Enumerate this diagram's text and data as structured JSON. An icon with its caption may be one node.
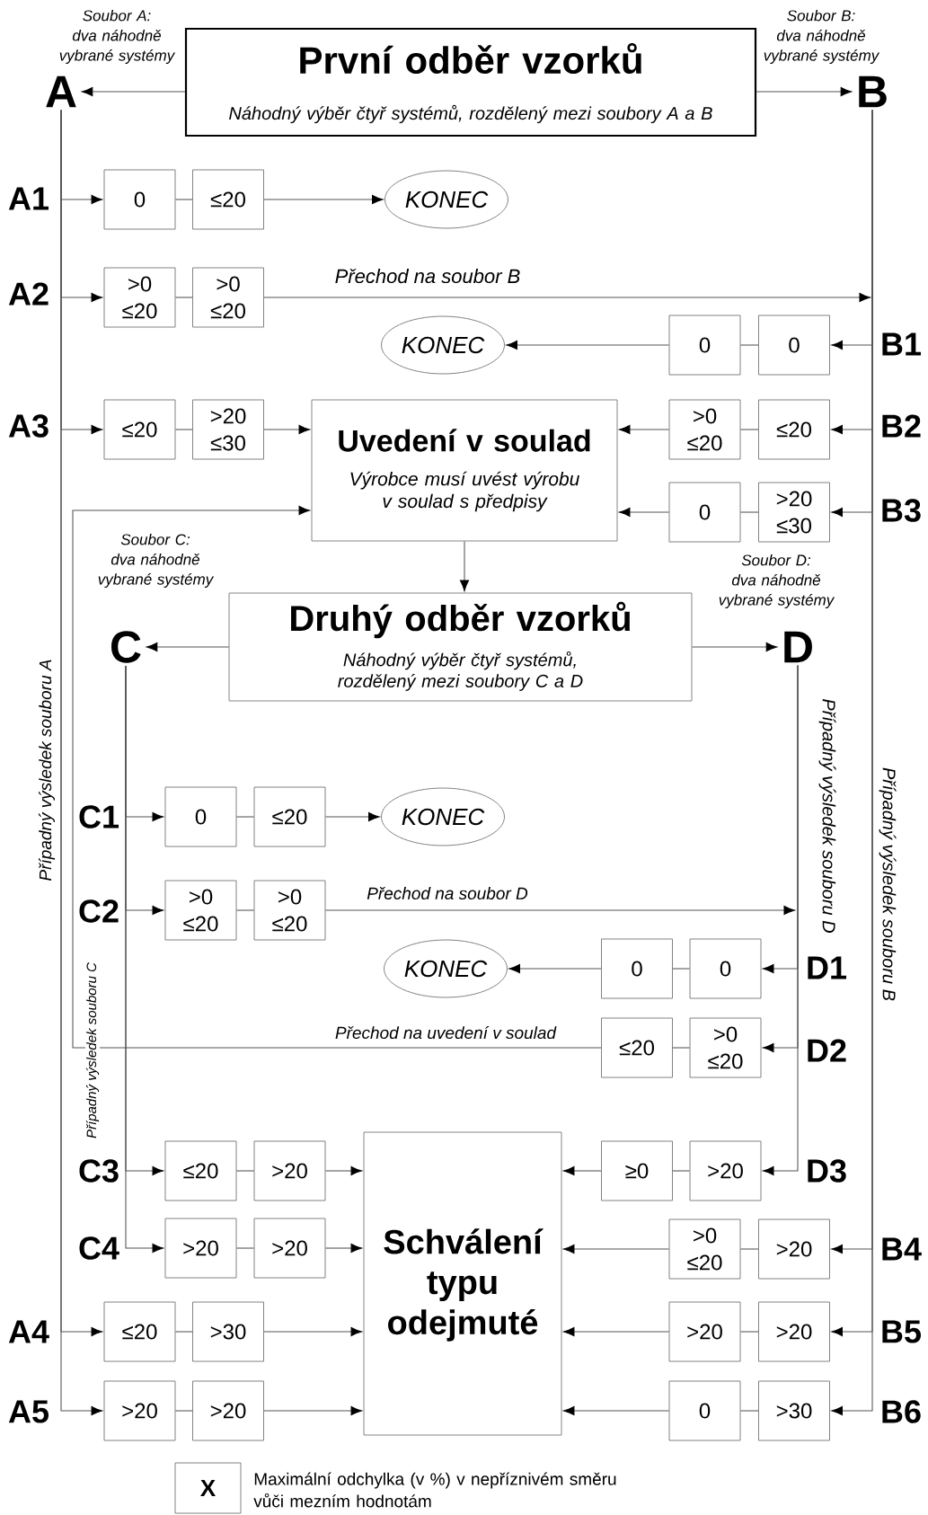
{
  "diagram": {
    "nodes": [
      {
        "text": [
          "První odběr vzorků",
          "Náhodný výběr čtyř systémů, rozdělený mezi soubory A a B"
        ]
      },
      {
        "text": [
          "A"
        ],
        "beside": [
          "Soubor A: dva náhodně vybrané systémy"
        ]
      },
      {
        "text": [
          "B"
        ],
        "beside": [
          "Soubor B: dva náhodně vybrané systémy"
        ]
      },
      {
        "text": [
          "0"
        ]
      },
      {
        "text": [
          "≤20"
        ]
      },
      {
        "text": [
          "KONEC"
        ]
      },
      {
        "text": [
          ">0 ≤20"
        ]
      },
      {
        "text": [
          ">0 ≤20"
        ]
      },
      {
        "text": [
          "KONEC"
        ]
      },
      {
        "text": [
          "0"
        ]
      },
      {
        "text": [
          "0"
        ]
      },
      {
        "text": [
          "≤20"
        ]
      },
      {
        "text": [
          ">20 ≤30"
        ]
      },
      {
        "text": [
          "Uvedení v soulad",
          "Výrobce musí uvést výrobu v soulad s předpisy"
        ]
      },
      {
        "text": [
          ">0 ≤20"
        ]
      },
      {
        "text": [
          "≤20"
        ]
      },
      {
        "text": [
          "0"
        ]
      },
      {
        "text": [
          ">20 ≤30"
        ]
      },
      {
        "text": [
          "Druhý odběr vzorků",
          "Náhodný výběr čtyř systémů, rozdělený mezi soubory C a D"
        ]
      },
      {
        "text": [
          "C"
        ],
        "beside": [
          "Soubor C: dva náhodně vybrané systémy"
        ]
      },
      {
        "text": [
          "D"
        ],
        "beside": [
          "Soubor D: dva náhodně vybrané systémy"
        ]
      },
      {
        "text": [
          "0"
        ]
      },
      {
        "text": [
          "≤20"
        ]
      },
      {
        "text": [
          "KONEC"
        ]
      },
      {
        "text": [
          ">0 ≤20"
        ]
      },
      {
        "text": [
          ">0 ≤20"
        ]
      },
      {
        "text": [
          "KONEC"
        ]
      },
      {
        "text": [
          "0"
        ]
      },
      {
        "text": [
          "0"
        ]
      },
      {
        "text": [
          "≤20"
        ]
      },
      {
        "text": [
          ">0 ≤20"
        ]
      },
      {
        "text": [
          "Schválení typu odejmuté"
        ]
      },
      {
        "text": [
          "≤20"
        ]
      },
      {
        "text": [
          ">20"
        ]
      },
      {
        "text": [
          "≥0"
        ]
      },
      {
        "text": [
          ">20"
        ]
      },
      {
        "text": [
          ">20"
        ]
      },
      {
        "text": [
          ">20"
        ]
      },
      {
        "text": [
          ">0 ≤20"
        ]
      },
      {
        "text": [
          ">20"
        ]
      },
      {
        "text": [
          "≤20"
        ]
      },
      {
        "text": [
          ">30"
        ]
      },
      {
        "text": [
          ">20"
        ]
      },
      {
        "text": [
          ">20"
        ]
      },
      {
        "text": [
          ">20"
        ]
      },
      {
        "text": [
          ">20"
        ]
      },
      {
        "text": [
          "0"
        ]
      },
      {
        "text": [
          ">30"
        ]
      },
      {
        "text": [
          "X"
        ],
        "beside": [
          "Maximální odchylka (v %) v nepříznivém směru vůči mezním hodnotám"
        ]
      }
    ],
    "edges": [
      {
        "from": 0,
        "to": 1,
        "arrow": "to"
      },
      {
        "from": 0,
        "to": 2,
        "arrow": "to"
      },
      {
        "from": 1,
        "to": 3,
        "arrow": "to"
      },
      {
        "from": 3,
        "to": 4,
        "arrow": "none"
      },
      {
        "from": 4,
        "to": 5,
        "arrow": "to"
      },
      {
        "from": 1,
        "to": 6,
        "arrow": "to"
      },
      {
        "from": 6,
        "to": 7,
        "arrow": "none"
      },
      {
        "from": 7,
        "to": null,
        "arrow": "to",
        "label": "Přechod na soubor B"
      },
      {
        "from": 2,
        "to": 10,
        "arrow": "to"
      },
      {
        "from": 10,
        "to": 9,
        "arrow": "none"
      },
      {
        "from": 9,
        "to": 8,
        "arrow": "to"
      },
      {
        "from": 1,
        "to": 11,
        "arrow": "to"
      },
      {
        "from": 11,
        "to": 12,
        "arrow": "none"
      },
      {
        "from": 12,
        "to": 13,
        "arrow": "to"
      },
      {
        "from": 2,
        "to": 15,
        "arrow": "to"
      },
      {
        "from": 15,
        "to": 14,
        "arrow": "none"
      },
      {
        "from": 14,
        "to": 13,
        "arrow": "to"
      },
      {
        "from": 2,
        "to": 17,
        "arrow": "to"
      },
      {
        "from": 17,
        "to": 16,
        "arrow": "none"
      },
      {
        "from": 16,
        "to": 13,
        "arrow": "to"
      },
      {
        "from": 13,
        "to": 18,
        "arrow": "to"
      },
      {
        "from": 18,
        "to": 19,
        "arrow": "to"
      },
      {
        "from": 18,
        "to": 20,
        "arrow": "to"
      },
      {
        "from": 19,
        "to": 21,
        "arrow": "to"
      },
      {
        "from": 21,
        "to": 22,
        "arrow": "none"
      },
      {
        "from": 22,
        "to": 23,
        "arrow": "to"
      },
      {
        "from": 19,
        "to": 24,
        "arrow": "to"
      },
      {
        "from": 24,
        "to": 25,
        "arrow": "none"
      },
      {
        "from": 25,
        "to": null,
        "arrow": "to",
        "label": "Přechod na soubor D"
      },
      {
        "from": 20,
        "to": 28,
        "arrow": "to"
      },
      {
        "from": 28,
        "to": 27,
        "arrow": "none"
      },
      {
        "from": 27,
        "to": 26,
        "arrow": "to"
      },
      {
        "from": 20,
        "to": 30,
        "arrow": "to"
      },
      {
        "from": 30,
        "to": 29,
        "arrow": "none"
      },
      {
        "from": 29,
        "to": 13,
        "arrow": "to",
        "label": "Přechod na uvedení v soulad"
      },
      {
        "from": 19,
        "to": 32,
        "arrow": "to"
      },
      {
        "from": 32,
        "to": 33,
        "arrow": "none"
      },
      {
        "from": 33,
        "to": 31,
        "arrow": "to"
      },
      {
        "from": 20,
        "to": 35,
        "arrow": "to"
      },
      {
        "from": 35,
        "to": 34,
        "arrow": "none"
      },
      {
        "from": 34,
        "to": 31,
        "arrow": "to"
      },
      {
        "from": 19,
        "to": 36,
        "arrow": "to"
      },
      {
        "from": 36,
        "to": 37,
        "arrow": "none"
      },
      {
        "from": 37,
        "to": 31,
        "arrow": "to"
      },
      {
        "from": 2,
        "to": 39,
        "arrow": "to"
      },
      {
        "from": 39,
        "to": 38,
        "arrow": "none"
      },
      {
        "from": 38,
        "to": 31,
        "arrow": "to"
      },
      {
        "from": 1,
        "to": 40,
        "arrow": "to"
      },
      {
        "from": 40,
        "to": 41,
        "arrow": "none"
      },
      {
        "from": 41,
        "to": 31,
        "arrow": "to"
      },
      {
        "from": 2,
        "to": 43,
        "arrow": "to"
      },
      {
        "from": 43,
        "to": 42,
        "arrow": "none"
      },
      {
        "from": 42,
        "to": 31,
        "arrow": "to"
      },
      {
        "from": 1,
        "to": 44,
        "arrow": "to"
      },
      {
        "from": 44,
        "to": 45,
        "arrow": "none"
      },
      {
        "from": 45,
        "to": 31,
        "arrow": "to"
      },
      {
        "from": 2,
        "to": 47,
        "arrow": "to"
      },
      {
        "from": 47,
        "to": 46,
        "arrow": "none"
      },
      {
        "from": 46,
        "to": 31,
        "arrow": "to"
      }
    ],
    "labels": [
      "A1",
      "A2",
      "B1",
      "A3",
      "B2",
      "B3",
      "Případný výsledek souboru A",
      "Případný výsledek souboru D",
      "Případný výsledek souboru B",
      "C1",
      "C2",
      "D1",
      "D2",
      "Případný výsledek souboru C",
      "C3",
      "D3",
      "C4",
      "B4",
      "A4",
      "B5",
      "A5",
      "B6"
    ]
  }
}
